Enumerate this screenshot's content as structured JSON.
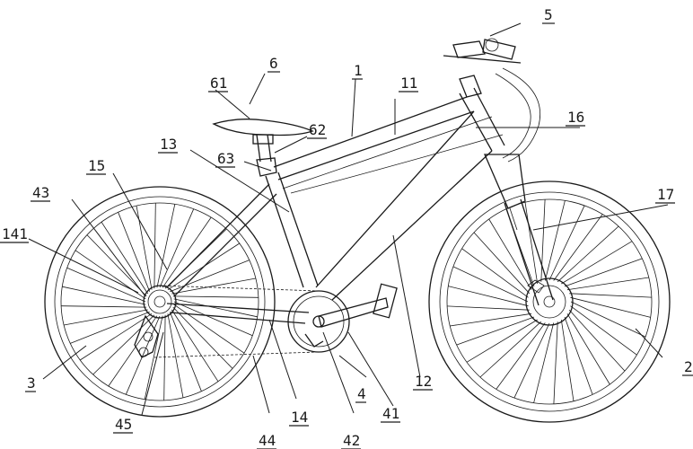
{
  "figure": {
    "labels": {
      "l1": "1",
      "l2": "2",
      "l3": "3",
      "l4": "4",
      "l5": "5",
      "l6": "6",
      "l11": "11",
      "l12": "12",
      "l13": "13",
      "l14": "14",
      "l15": "15",
      "l16": "16",
      "l17": "17",
      "l41": "41",
      "l42": "42",
      "l43": "43",
      "l44": "44",
      "l45": "45",
      "l61": "61",
      "l62": "62",
      "l63": "63",
      "l141": "141"
    }
  }
}
